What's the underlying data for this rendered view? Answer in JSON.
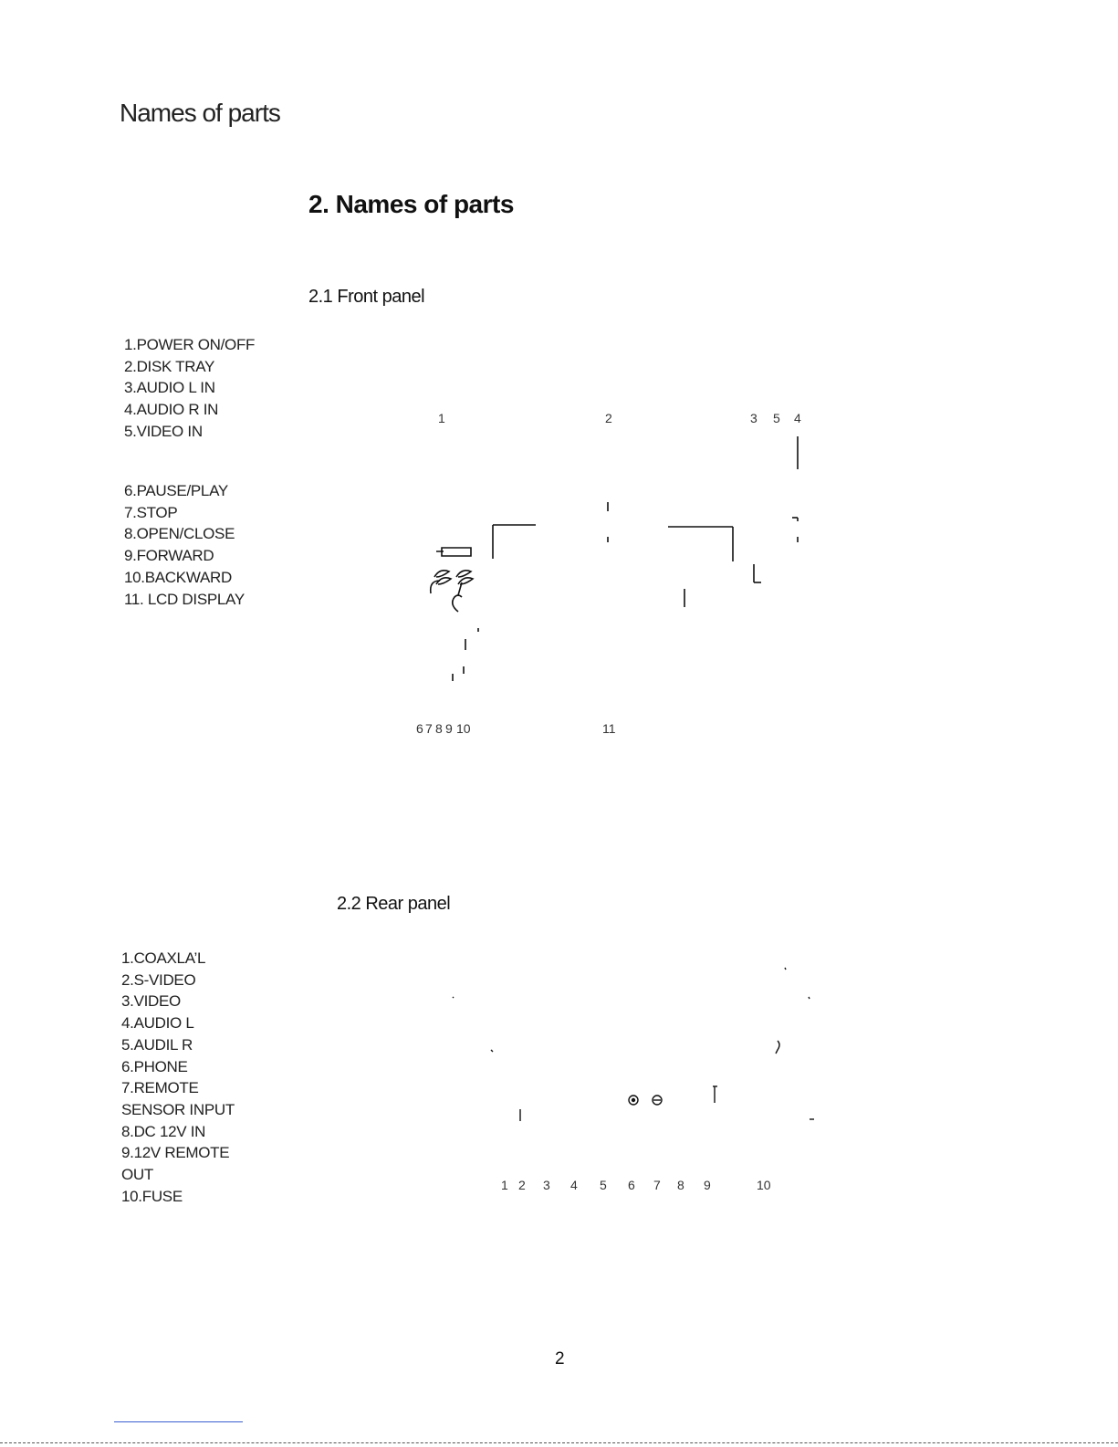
{
  "page": {
    "header": "Names of parts",
    "section_title": "2.  Names of parts",
    "page_number": "2"
  },
  "front_panel": {
    "title": "2.1  Front panel",
    "parts": [
      "1.POWER  ON/OFF",
      "2.DISK TRAY",
      "3.AUDIO  L IN",
      "4.AUDIO R IN",
      "5.VIDEO IN",
      "6.PAUSE/PLAY",
      "7.STOP",
      "8.OPEN/CLOSE",
      "9.FORWARD",
      "10.BACKWARD",
      "11. LCD DISPLAY"
    ],
    "callouts": [
      "1",
      "2",
      "3",
      "5",
      "4",
      "6",
      "7",
      "8",
      "9",
      "10",
      "11"
    ]
  },
  "rear_panel": {
    "title": "2.2 Rear panel",
    "parts": [
      "1.COAXLA’L",
      "2.S-VIDEO",
      "3.VIDEO",
      "4.AUDIO L",
      "5.AUDIL R",
      "6.PHONE",
      "7.REMOTE",
      "SENSOR INPUT",
      "8.DC 12V IN",
      "9.12V REMOTE",
      "OUT",
      "10.FUSE"
    ],
    "callouts": [
      "1",
      "2",
      "3",
      "4",
      "5",
      "6",
      "7",
      "8",
      "9",
      "10"
    ]
  }
}
